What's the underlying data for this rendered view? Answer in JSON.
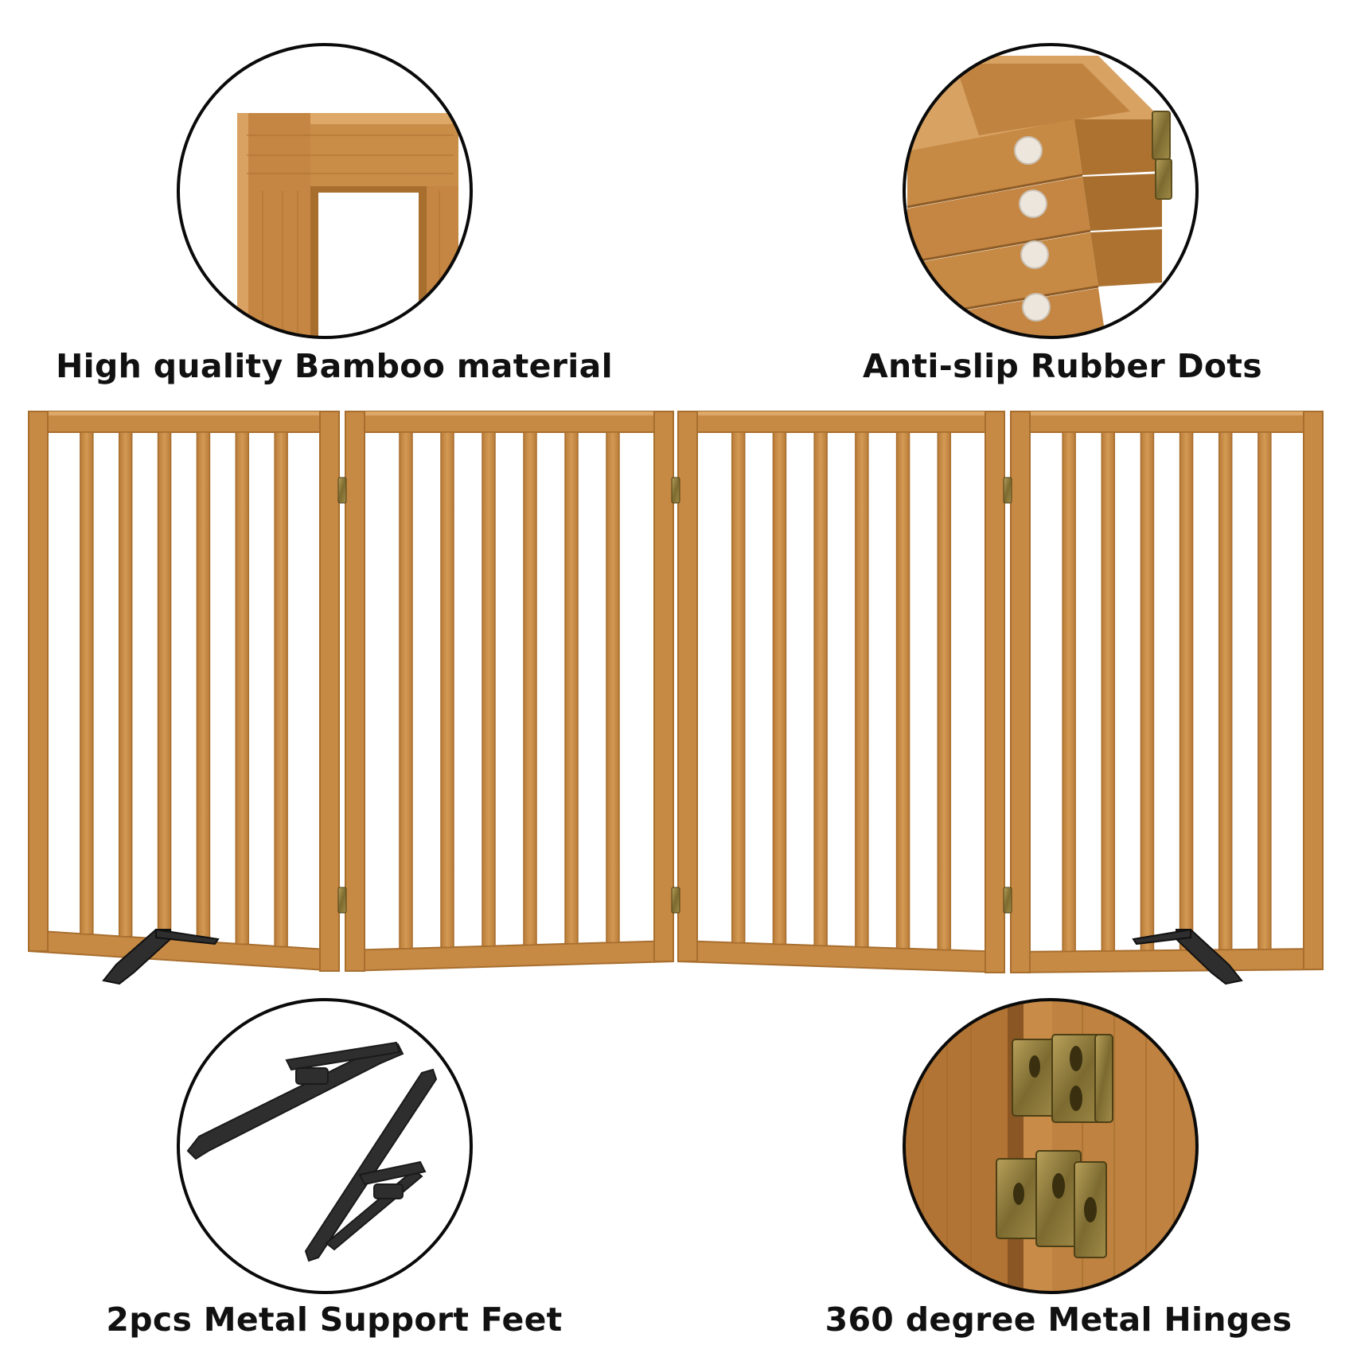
{
  "features": {
    "top_left": {
      "label": "High quality Bamboo material",
      "icon": "bamboo-frame-corner-icon"
    },
    "top_right": {
      "label": "Anti-slip Rubber Dots",
      "icon": "rubber-dots-icon"
    },
    "bottom_left": {
      "label": "2pcs Metal Support Feet",
      "icon": "support-feet-icon"
    },
    "bottom_right": {
      "label": "360 degree Metal Hinges",
      "icon": "hinge-icon"
    }
  },
  "colors": {
    "wood": "#C68A44",
    "wood_dark": "#A86E2E",
    "wood_light": "#DDA868",
    "metal": "#2E2E2E",
    "brass": "#8E7A3C",
    "rubber": "#EDE6DC",
    "outline": "#0A0A0A"
  },
  "gate": {
    "panel_count": 4,
    "slats_per_panel": 6
  }
}
